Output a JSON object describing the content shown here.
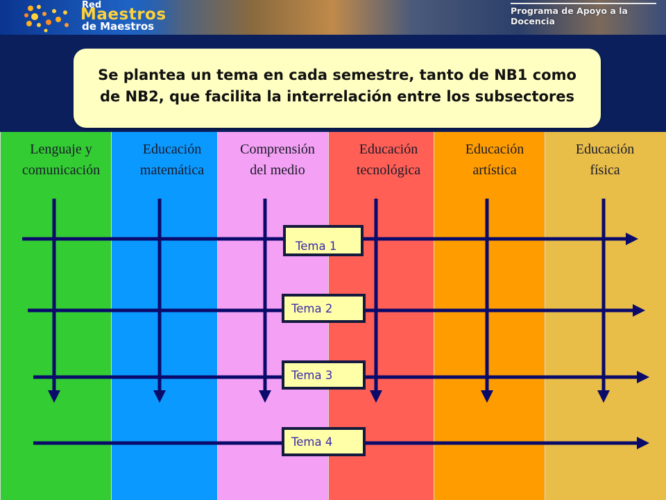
{
  "banner": {
    "logo_red": "Red",
    "logo_maestros": "Maestros",
    "logo_de_maestros": "de Maestros",
    "program": "Programa de Apoyo a la Docencia"
  },
  "title": "Se plantea un tema en cada semestre, tanto de NB1 como de NB2, que facilita la interrelación entre los subsectores",
  "subjects": [
    {
      "line1": "Lenguaje y",
      "line2": "comunicación",
      "color": "#33cc33"
    },
    {
      "line1": "Educación",
      "line2": "matemática",
      "color": "#0a99ff"
    },
    {
      "line1": "Comprensión",
      "line2": "del medio",
      "color": "#f4a0f4"
    },
    {
      "line1": "Educación",
      "line2": "tecnológica",
      "color": "#ff5f55"
    },
    {
      "line1": "Educación",
      "line2": "artística",
      "color": "#ff9d00"
    },
    {
      "line1": "Educación",
      "line2": "física",
      "color": "#e8bd48"
    }
  ],
  "themes": [
    {
      "label": "Tema 1"
    },
    {
      "label": "Tema 2"
    },
    {
      "label": "Tema 3"
    },
    {
      "label": "Tema 4"
    }
  ],
  "colors": {
    "arrow": "#0a0a6a",
    "theme_box_fill": "#ffffa8",
    "theme_text": "#3a2aa6",
    "title_box_fill": "#ffffc2"
  }
}
